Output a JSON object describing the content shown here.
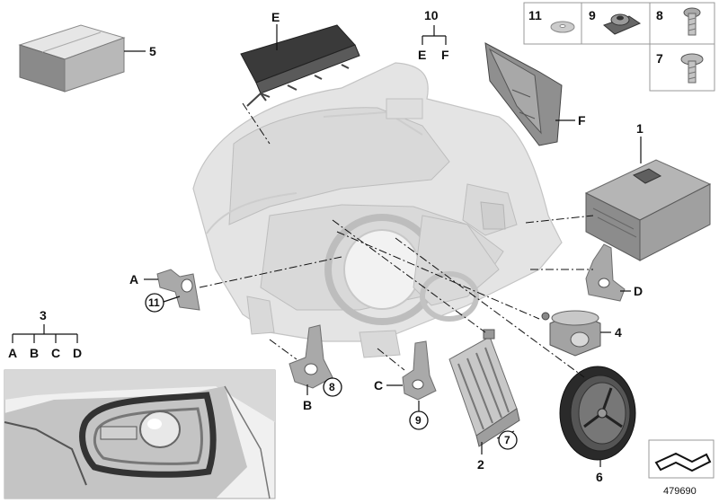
{
  "callouts": {
    "c1": "1",
    "c2": "2",
    "c3": "3",
    "c4": "4",
    "c5": "5",
    "c6": "6",
    "c7": "7",
    "c8": "8",
    "c9": "9",
    "c10": "10",
    "c11": "11",
    "A": "A",
    "B": "B",
    "C": "C",
    "D": "D",
    "E": "E",
    "F": "F"
  },
  "group3": {
    "number": "3",
    "letters": [
      "A",
      "B",
      "C",
      "D"
    ]
  },
  "group10": {
    "number": "10",
    "letters": [
      "E",
      "F"
    ]
  },
  "legend_box": {
    "item11": "11",
    "item9": "9",
    "item8": "8",
    "item7": "7"
  },
  "reference_number": "479690",
  "colors": {
    "line": "#111111",
    "part_light": "#d4d4d4",
    "part_dark": "#3a3a3a",
    "ghost": "#e4e4e4"
  }
}
